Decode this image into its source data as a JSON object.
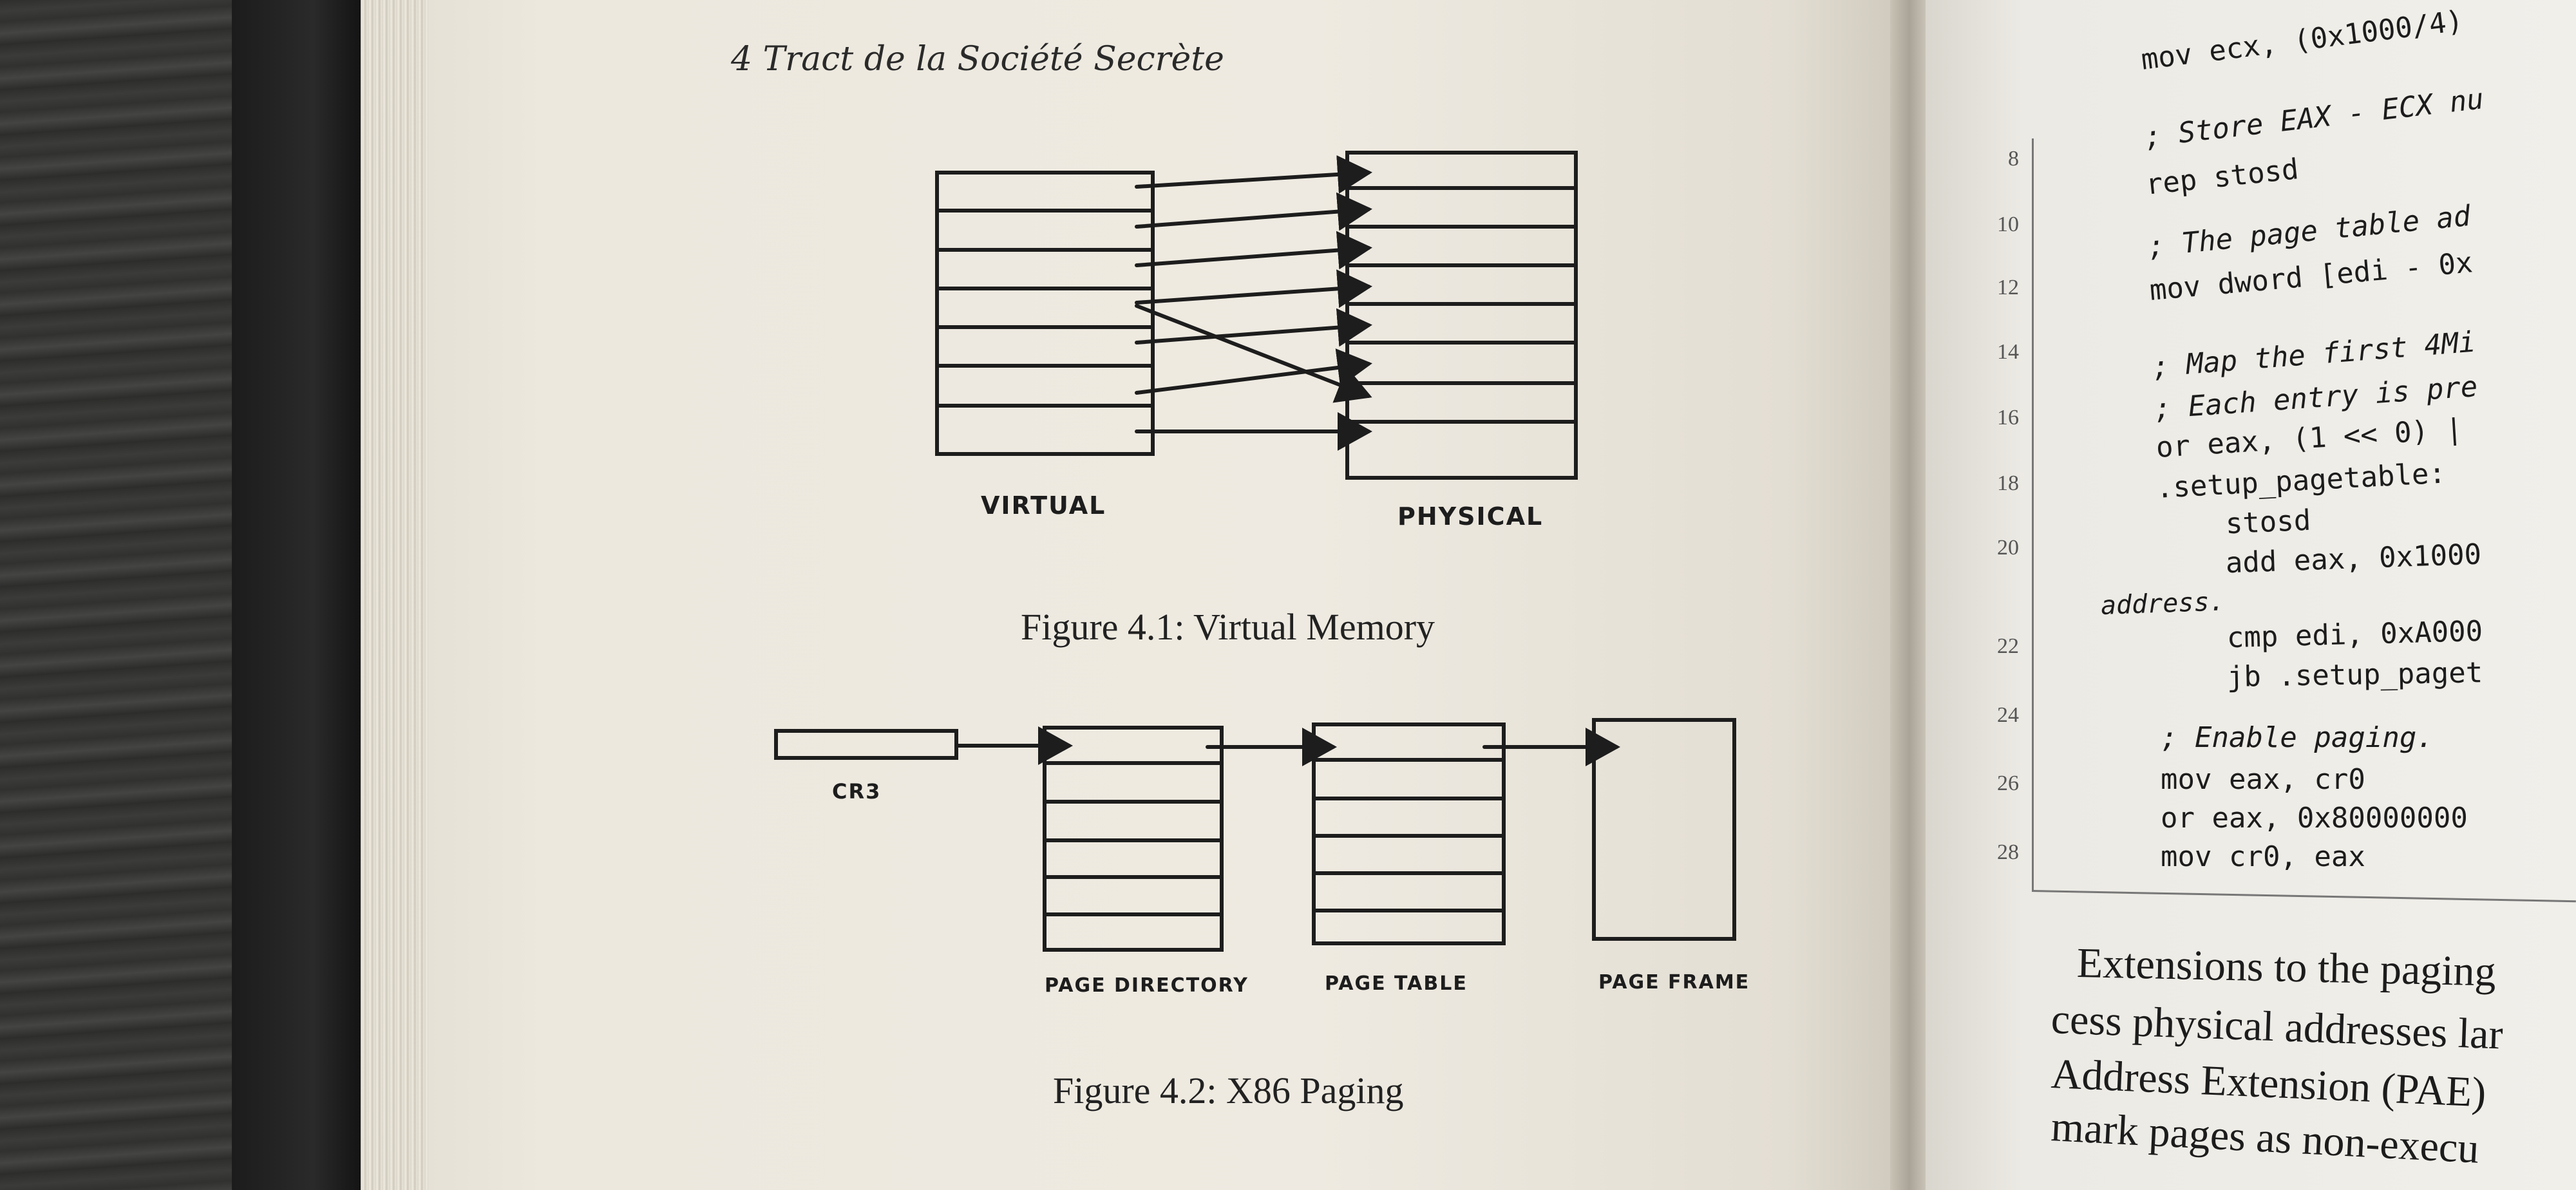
{
  "left_page": {
    "running_head": "4  Tract de la Société Secrète",
    "figure1": {
      "left_label": "VIRTUAL",
      "right_label": "PHYSICAL",
      "caption": "Figure 4.1: Virtual Memory"
    },
    "figure2": {
      "cr3_label": "CR3",
      "dir_label": "PAGE DIRECTORY",
      "table_label": "PAGE TABLE",
      "frame_label": "PAGE FRAME",
      "caption": "Figure 4.2: X86 Paging"
    }
  },
  "right_page": {
    "code_lines": [
      "mov ecx, (0x1000/4)",
      "; Store EAX - ECX nu",
      "rep stosd",
      "; The page table ad",
      "mov dword [edi - 0x",
      "; Map the first 4Mi",
      "; Each entry is pre",
      "or eax, (1 << 0) |",
      ".setup_pagetable:",
      "    stosd",
      "    add eax, 0x1000",
      "address.",
      "    cmp edi, 0xA000",
      "    jb .setup_paget",
      "; Enable paging.",
      "mov eax, cr0",
      "or eax, 0x80000000",
      "mov cr0, eax"
    ],
    "line_numbers": [
      "8",
      "10",
      "12",
      "14",
      "16",
      "18",
      "20",
      "22",
      "24",
      "26",
      "28"
    ],
    "paragraph_lines": [
      "Extensions to the paging",
      "cess physical addresses lar",
      "Address Extension (PAE)",
      "mark pages as non-execu"
    ]
  }
}
